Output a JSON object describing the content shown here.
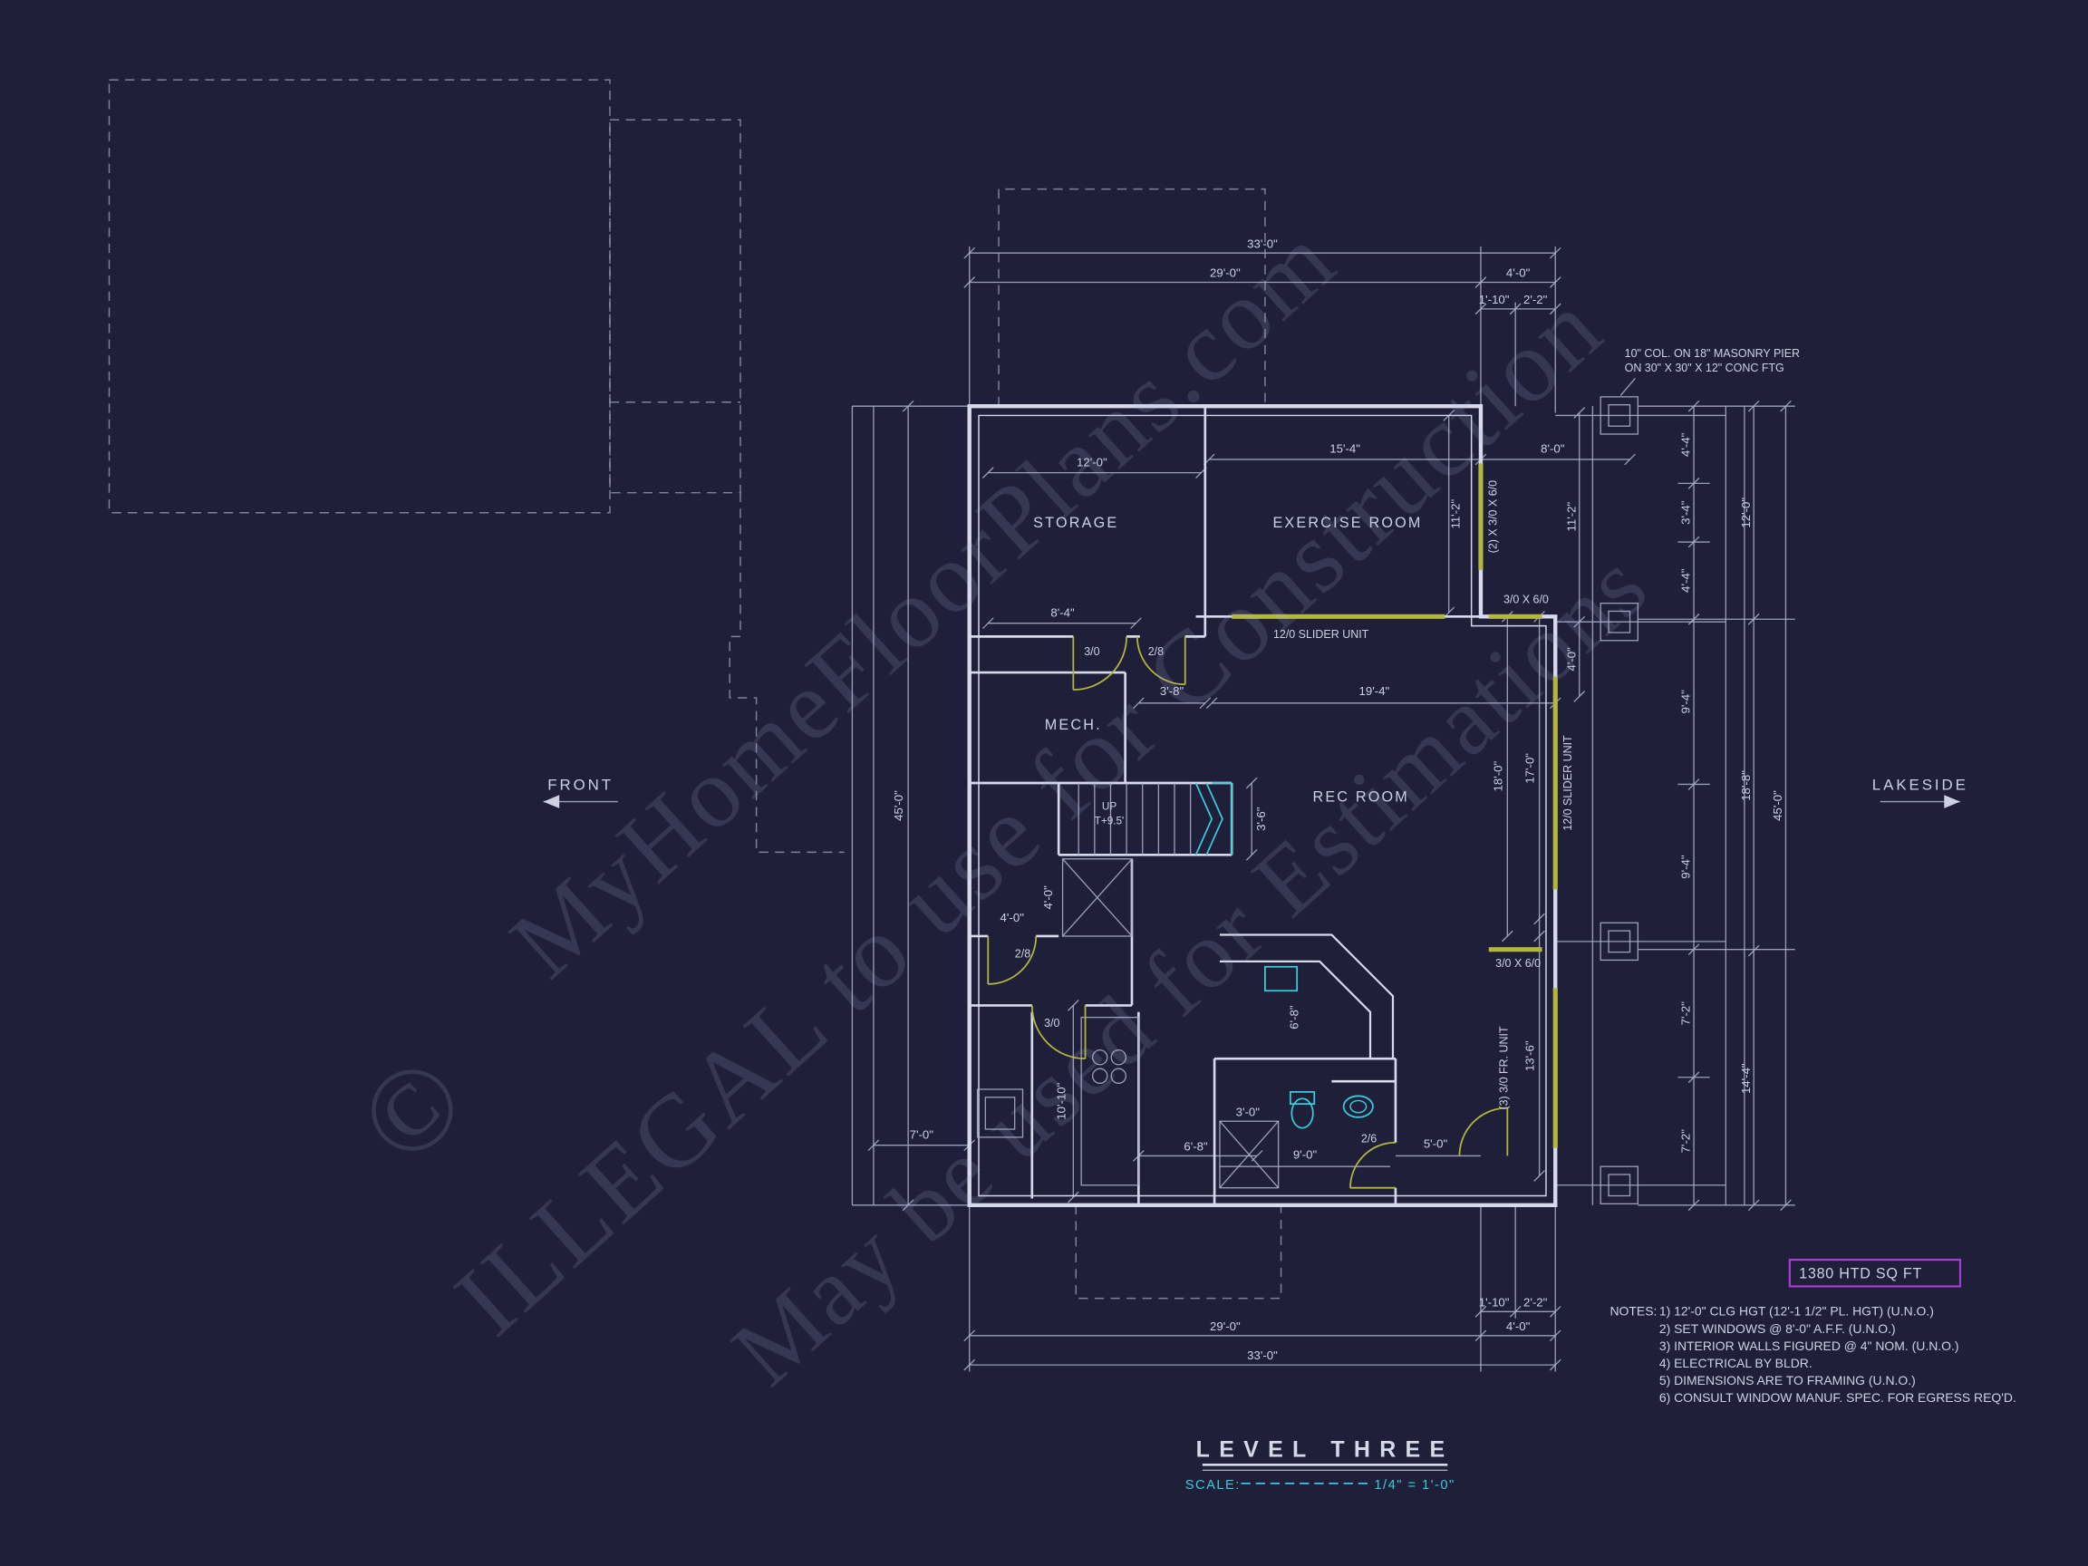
{
  "colors": {
    "background": "#1f1f3a",
    "line": "#d6daec",
    "accent_cyan": "#38ccd8",
    "accent_yellow": "#b4b83a",
    "accent_magenta": "#a43fd0"
  },
  "watermark": {
    "symbol": "©",
    "line1": "MyHomeFloorPlans.com",
    "line2": "ILLEGAL to use for Construction",
    "line3": "May be used for Estimations"
  },
  "orientation": {
    "front": "FRONT",
    "lakeside": "LAKESIDE"
  },
  "rooms": {
    "storage": "STORAGE",
    "exercise": "EXERCISE ROOM",
    "mech": "MECH.",
    "rec": "REC ROOM"
  },
  "stairs": {
    "up": "UP",
    "target": "T+9.5'"
  },
  "pier_note": {
    "line1": "10\" COL. ON 18\" MASONRY PIER",
    "line2": "ON 30\" X 30\" X 12\" CONC FTG"
  },
  "openings": {
    "win_double": "(2) X 3/0 X 6/0",
    "win_single": "3/0 X 6/0",
    "slider": "12/0 SLIDER UNIT",
    "french": "(3) 3/0 FR. UNIT",
    "door_3_0": "3/0",
    "door_2_8": "2/8",
    "door_2_6": "2/6"
  },
  "dims": {
    "overall_w": "33'-0\"",
    "main_w": "29'-0\"",
    "porch_w": "4'-0\"",
    "split_a": "1'-10\"",
    "split_b": "2'-2\"",
    "overall_h": "45'-0\"",
    "storage_w": "12'-0\"",
    "exercise_w": "15'-4\"",
    "exercise_h": "11'-2\"",
    "storage_b": "8'-4\"",
    "hall": "3'-8\"",
    "rec_w": "19'-4\"",
    "rec_h": "18'-0\"",
    "slider_h": "17'-0\"",
    "lower_h": "13'-6\"",
    "porch_1": "11'-2\"",
    "porch_2": "4'-0\"",
    "top_gap": "8'-0\"",
    "col_a1": "4'-4\"",
    "col_a2": "3'-4\"",
    "col_a3": "4'-4\"",
    "col_a4": "9'-4\"",
    "col_a5": "9'-4\"",
    "col_a6": "7'-2\"",
    "col_a7": "7'-2\"",
    "col_b1": "12'-0\"",
    "col_b2": "18'-8\"",
    "col_b3": "14'-4\"",
    "kitchen_h": "10'-10\"",
    "kitchen_w": "6'-8\"",
    "bar": "6'-8\"",
    "shower": "3'-0\"",
    "bath_w": "9'-0\"",
    "door_gap": "5'-0\"",
    "front_gap": "7'-0\"",
    "stair_w": "3'-6\"",
    "landing_a": "4'-0\"",
    "landing_b": "4'-0\""
  },
  "area_badge": "1380 HTD SQ FT",
  "notes": {
    "heading": "NOTES:",
    "items": [
      "1)  12'-0\" CLG HGT (12'-1 1/2\" PL. HGT) (U.N.O.)",
      "2)  SET WINDOWS @ 8'-0\" A.F.F.  (U.N.O.)",
      "3)  INTERIOR WALLS FIGURED @ 4\" NOM. (U.N.O.)",
      "4)  ELECTRICAL BY BLDR.",
      "5)  DIMENSIONS ARE TO FRAMING (U.N.O.)",
      "6)  CONSULT WINDOW MANUF. SPEC. FOR EGRESS REQ'D."
    ]
  },
  "titleblock": {
    "title": "LEVEL THREE",
    "scale_label": "SCALE:",
    "scale_value": "1/4\" = 1'-0\""
  }
}
